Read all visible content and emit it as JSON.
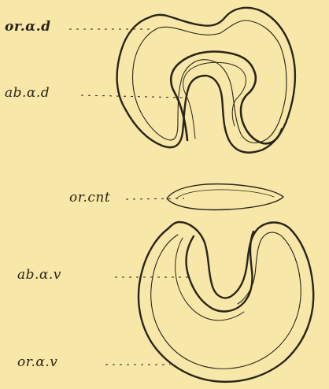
{
  "labels": {
    "dorsal_oral": "or.α.d",
    "dorsal_aboral": "ab.α.d",
    "center_oral": "or.cnt",
    "ventral_aboral": "ab.α.v",
    "ventral_oral": "or.α.v"
  },
  "colors": {
    "paper": "#f7e7a8",
    "ink": "#2b241a"
  }
}
